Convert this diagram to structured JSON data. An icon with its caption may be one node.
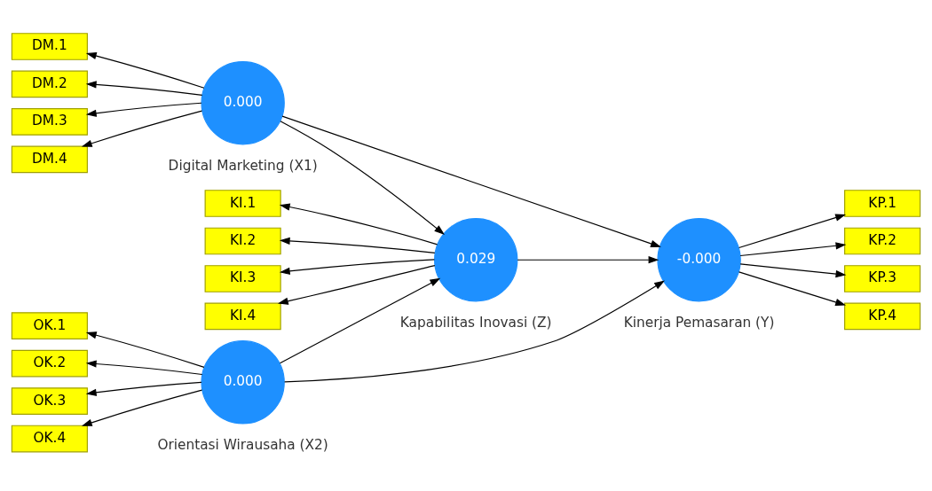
{
  "diagram": {
    "nodes": [
      {
        "text": [
          "DM.1"
        ]
      },
      {
        "text": [
          "DM.2"
        ]
      },
      {
        "text": [
          "DM.3"
        ]
      },
      {
        "text": [
          "DM.4"
        ]
      },
      {
        "text": [
          "0.000"
        ],
        "beside": [
          "Digital Marketing (X1)"
        ]
      },
      {
        "text": [
          "KI.1"
        ]
      },
      {
        "text": [
          "KI.2"
        ]
      },
      {
        "text": [
          "KI.3"
        ]
      },
      {
        "text": [
          "KI.4"
        ]
      },
      {
        "text": [
          "0.029"
        ],
        "beside": [
          "Kapabilitas Inovasi (Z)"
        ]
      },
      {
        "text": [
          "-0.000"
        ],
        "beside": [
          "Kinerja Pemasaran (Y)"
        ]
      },
      {
        "text": [
          "KP.1"
        ]
      },
      {
        "text": [
          "KP.2"
        ]
      },
      {
        "text": [
          "KP.3"
        ]
      },
      {
        "text": [
          "KP.4"
        ]
      },
      {
        "text": [
          "OK.1"
        ]
      },
      {
        "text": [
          "OK.2"
        ]
      },
      {
        "text": [
          "OK.3"
        ]
      },
      {
        "text": [
          "OK.4"
        ]
      },
      {
        "text": [
          "0.000"
        ],
        "beside": [
          "Orientasi Wirausaha (X2)"
        ]
      }
    ],
    "edges": [
      {
        "from": 4,
        "to": 0,
        "arrow": "to"
      },
      {
        "from": 4,
        "to": 1,
        "arrow": "to"
      },
      {
        "from": 4,
        "to": 2,
        "arrow": "to"
      },
      {
        "from": 4,
        "to": 3,
        "arrow": "to"
      },
      {
        "from": 4,
        "to": 9,
        "arrow": "to"
      },
      {
        "from": 4,
        "to": 10,
        "arrow": "to"
      },
      {
        "from": 9,
        "to": 5,
        "arrow": "to"
      },
      {
        "from": 9,
        "to": 6,
        "arrow": "to"
      },
      {
        "from": 9,
        "to": 7,
        "arrow": "to"
      },
      {
        "from": 9,
        "to": 8,
        "arrow": "to"
      },
      {
        "from": 9,
        "to": 10,
        "arrow": "to"
      },
      {
        "from": 19,
        "to": 9,
        "arrow": "to"
      },
      {
        "from": 19,
        "to": 10,
        "arrow": "to"
      },
      {
        "from": 10,
        "to": 11,
        "arrow": "to"
      },
      {
        "from": 10,
        "to": 12,
        "arrow": "to"
      },
      {
        "from": 10,
        "to": 13,
        "arrow": "to"
      },
      {
        "from": 10,
        "to": 14,
        "arrow": "to"
      },
      {
        "from": 19,
        "to": 15,
        "arrow": "to"
      },
      {
        "from": 19,
        "to": 16,
        "arrow": "to"
      },
      {
        "from": 19,
        "to": 17,
        "arrow": "to"
      },
      {
        "from": 19,
        "to": 18,
        "arrow": "to"
      }
    ]
  }
}
